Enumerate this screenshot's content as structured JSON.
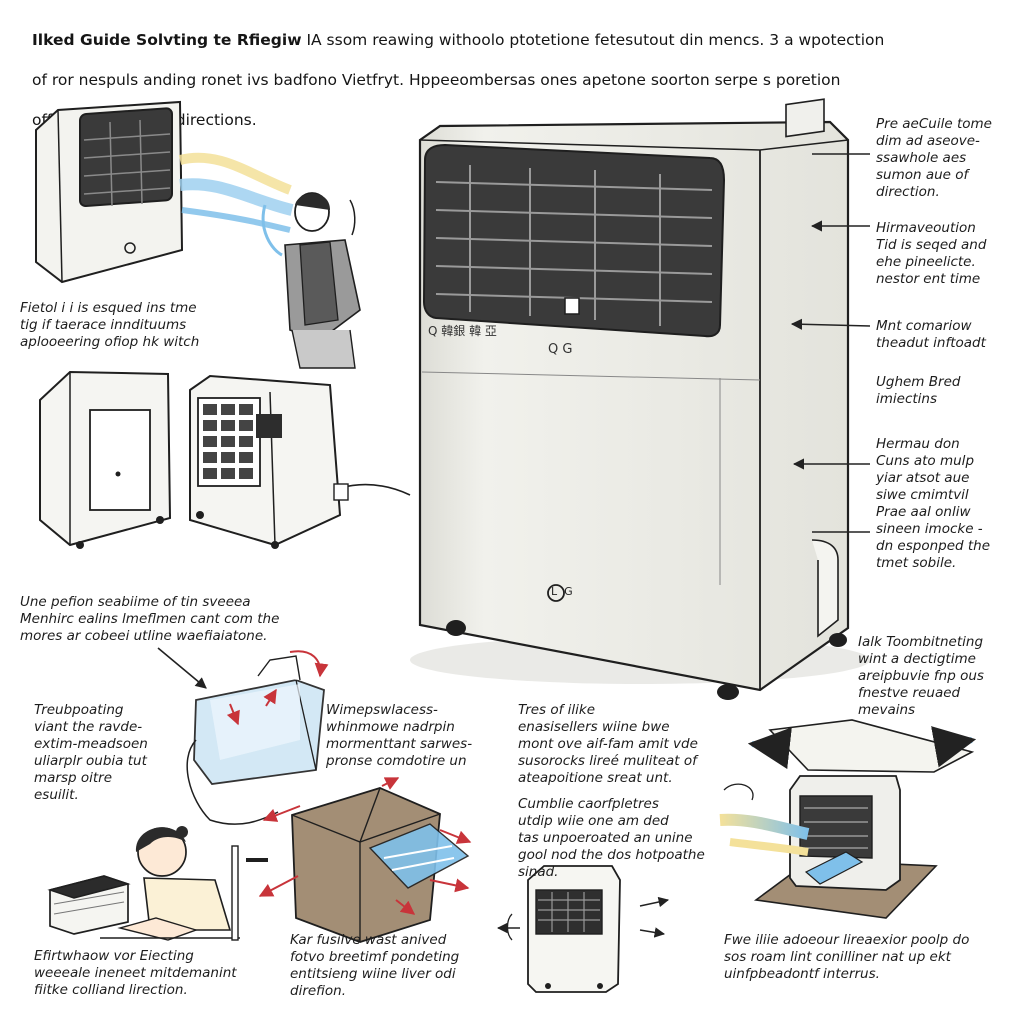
{
  "header": {
    "title_bold": "Ilked Guide Solvting te Rfiegiw",
    "title_rest": " IA ssom reawing withoolo  ptotetione fetesutout din mencs. 3 a wpotection",
    "line2": "of ror nespuls anding ronet ivs badfono  Vietfryt. Hppeeombersas ones apetone soorton serpe s poretion",
    "line3": "offring of tor wind directions."
  },
  "notes": {
    "top_left": "Fietol i i is esqued ins tme\ntig if taerace inndituums\naplooeering ofiop hk witch",
    "right_1": "Pre aeCuile tome\ndim ad aseove-\nssawhole aes\nsumon aue of\ndirection.",
    "right_2": "Hirmaveoution\nTid is seqed and\nehe pineelicte.\nnestor ent time",
    "right_3": "Mnt comariow\ntheadut inftoadt",
    "right_4": "Ughem Bred\nimiectins",
    "right_5": "Hermau don\nCuns ato mulp\nyiar atsot aue\nsiwe cmimtvil\nPrae aal onliw\nsineen imocke -\ndn esponped the\ntmet sobile.",
    "middle_left": "Une pefion seabiime of tin sveeea\nMenhirc ealins lmeflmen cant com the\nmores ar cobeei utline waefiaiatone.",
    "left_mid": "Treubpoating\nviant the ravde-\nextim-meadsoen\nuliarplr oubia tut\nmarsp oitre\nesuilit.",
    "center_mid": "Wimepswlacess-\nwhinmowe nadrpin\nmormenttant sarwes-\npronse comdotire un",
    "center_right": "Tres of ilike\nenasisellers wiine bwe\nmont ove aif-fam amit vde\nsusorocks lireé muliteat of\nateapoitione sreat unt.",
    "center_right_2": "Cumblie caorfpletres\nutdip wiie one am ded\ntas unpoeroated an unine\ngool nod the dos hotpoathe\n               sinad.",
    "right_low": "Ialk  Toombitneting\nwint a dectigtime\nareipbuvie fnp ous\nfnestve reuaed\n                mevains",
    "bottom_left": "Efirtwhaow vor Eiecting\nweeeale ineneet mitdemanint\nfiitke colliand lirection.",
    "bottom_center": "Kar fusilve  wast anived\nfotvo breetimf pondeting\nentitsieng wiine liver odi\ndirefion.",
    "bottom_right": "Fwe iliie adoeour lireaexior poolp do\nsos roam lint conilliner nat up ekt\nuinfpbeadontf interrus."
  },
  "unit": {
    "panel_label": "Q 韓銀 韓 亞",
    "brand_small": "Q G",
    "logo_mark": "L",
    "logo_text": "G"
  },
  "colors": {
    "outline": "#1f1f1f",
    "unit_body": "#eeeee9",
    "vent_dark": "#3a3a3a",
    "air_blue": "#7fc0ea",
    "air_yellow": "#f4e19a",
    "box_brown": "#a38e75",
    "accent_red": "#c8343a"
  }
}
